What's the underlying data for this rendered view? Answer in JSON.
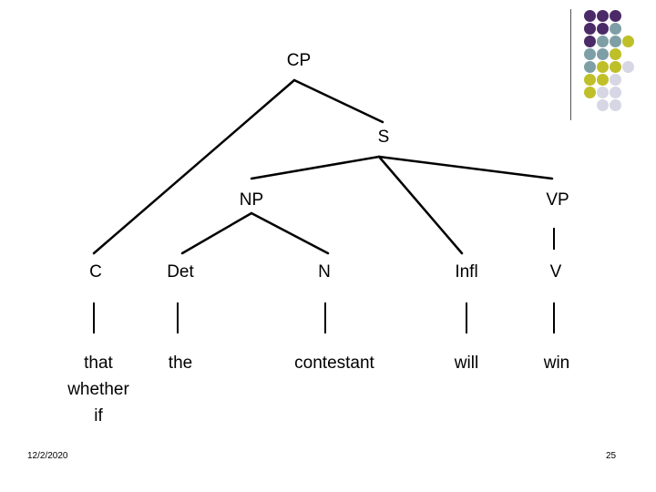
{
  "tree": {
    "nodes": {
      "cp": "CP",
      "s": "S",
      "np": "NP",
      "vp": "VP",
      "c": "C",
      "det": "Det",
      "n": "N",
      "infl": "Infl",
      "v": "V"
    },
    "words": {
      "c": [
        "that",
        "whether",
        "if"
      ],
      "det": "the",
      "n": "contestant",
      "infl": "will",
      "v": "win"
    }
  },
  "footer": {
    "date": "12/2/2020",
    "page": "25"
  },
  "colors": {
    "purple": "#4b2a68",
    "teal": "#7f9fa6",
    "olive": "#bfbf2a",
    "lavender": "#d6d6e4"
  }
}
